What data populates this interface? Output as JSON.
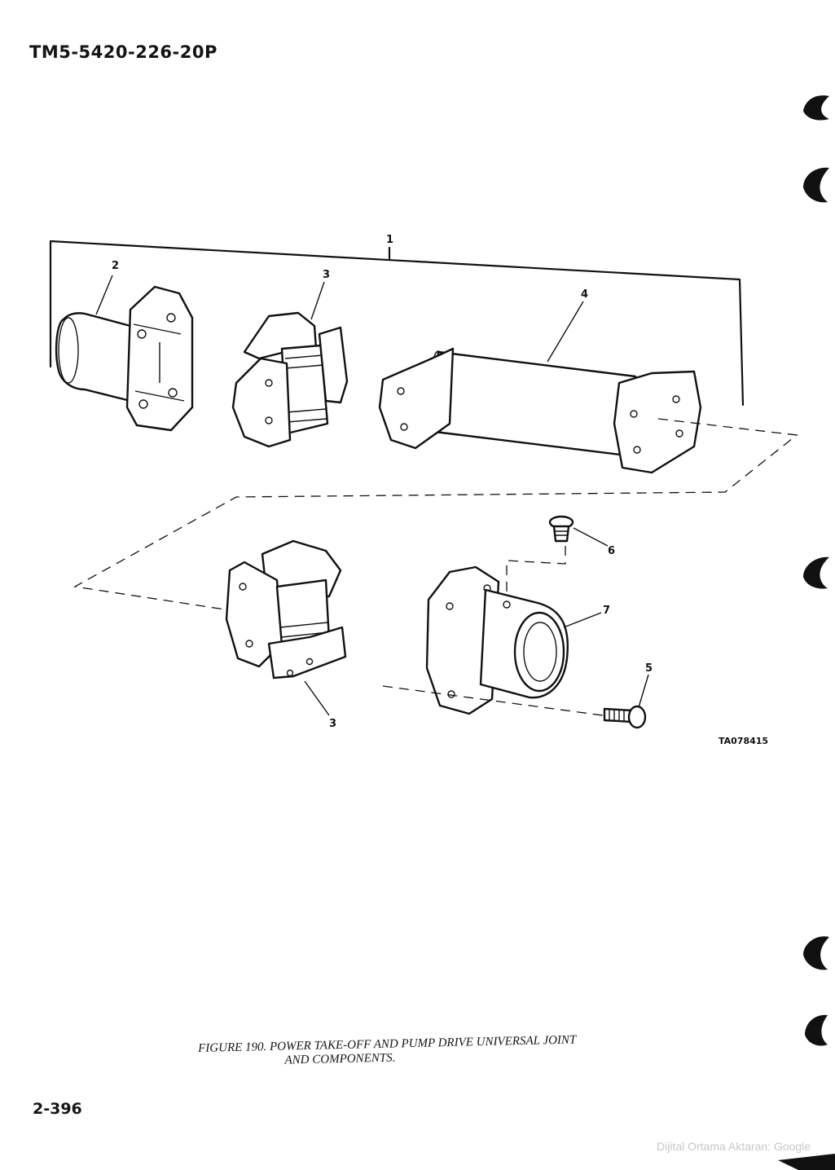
{
  "header": {
    "document_code": "TM5-5420-226-20P"
  },
  "figure": {
    "callouts": {
      "c1": "1",
      "c2": "2",
      "c3_top": "3",
      "c4": "4",
      "c6": "6",
      "c7": "7",
      "c5": "5",
      "c3_bottom": "3"
    },
    "art_code": "TA078415"
  },
  "caption": {
    "line1": "FIGURE 190. POWER TAKE-OFF AND PUMP DRIVE UNIVERSAL JOINT",
    "line2": "AND COMPONENTS."
  },
  "footer": {
    "page_number": "2-396",
    "digitizer_note": "Dijital Ortama Aktaran: Google"
  },
  "colors": {
    "ink": "#111111",
    "paper": "#ffffff",
    "watermark": "#c8c8c8"
  }
}
